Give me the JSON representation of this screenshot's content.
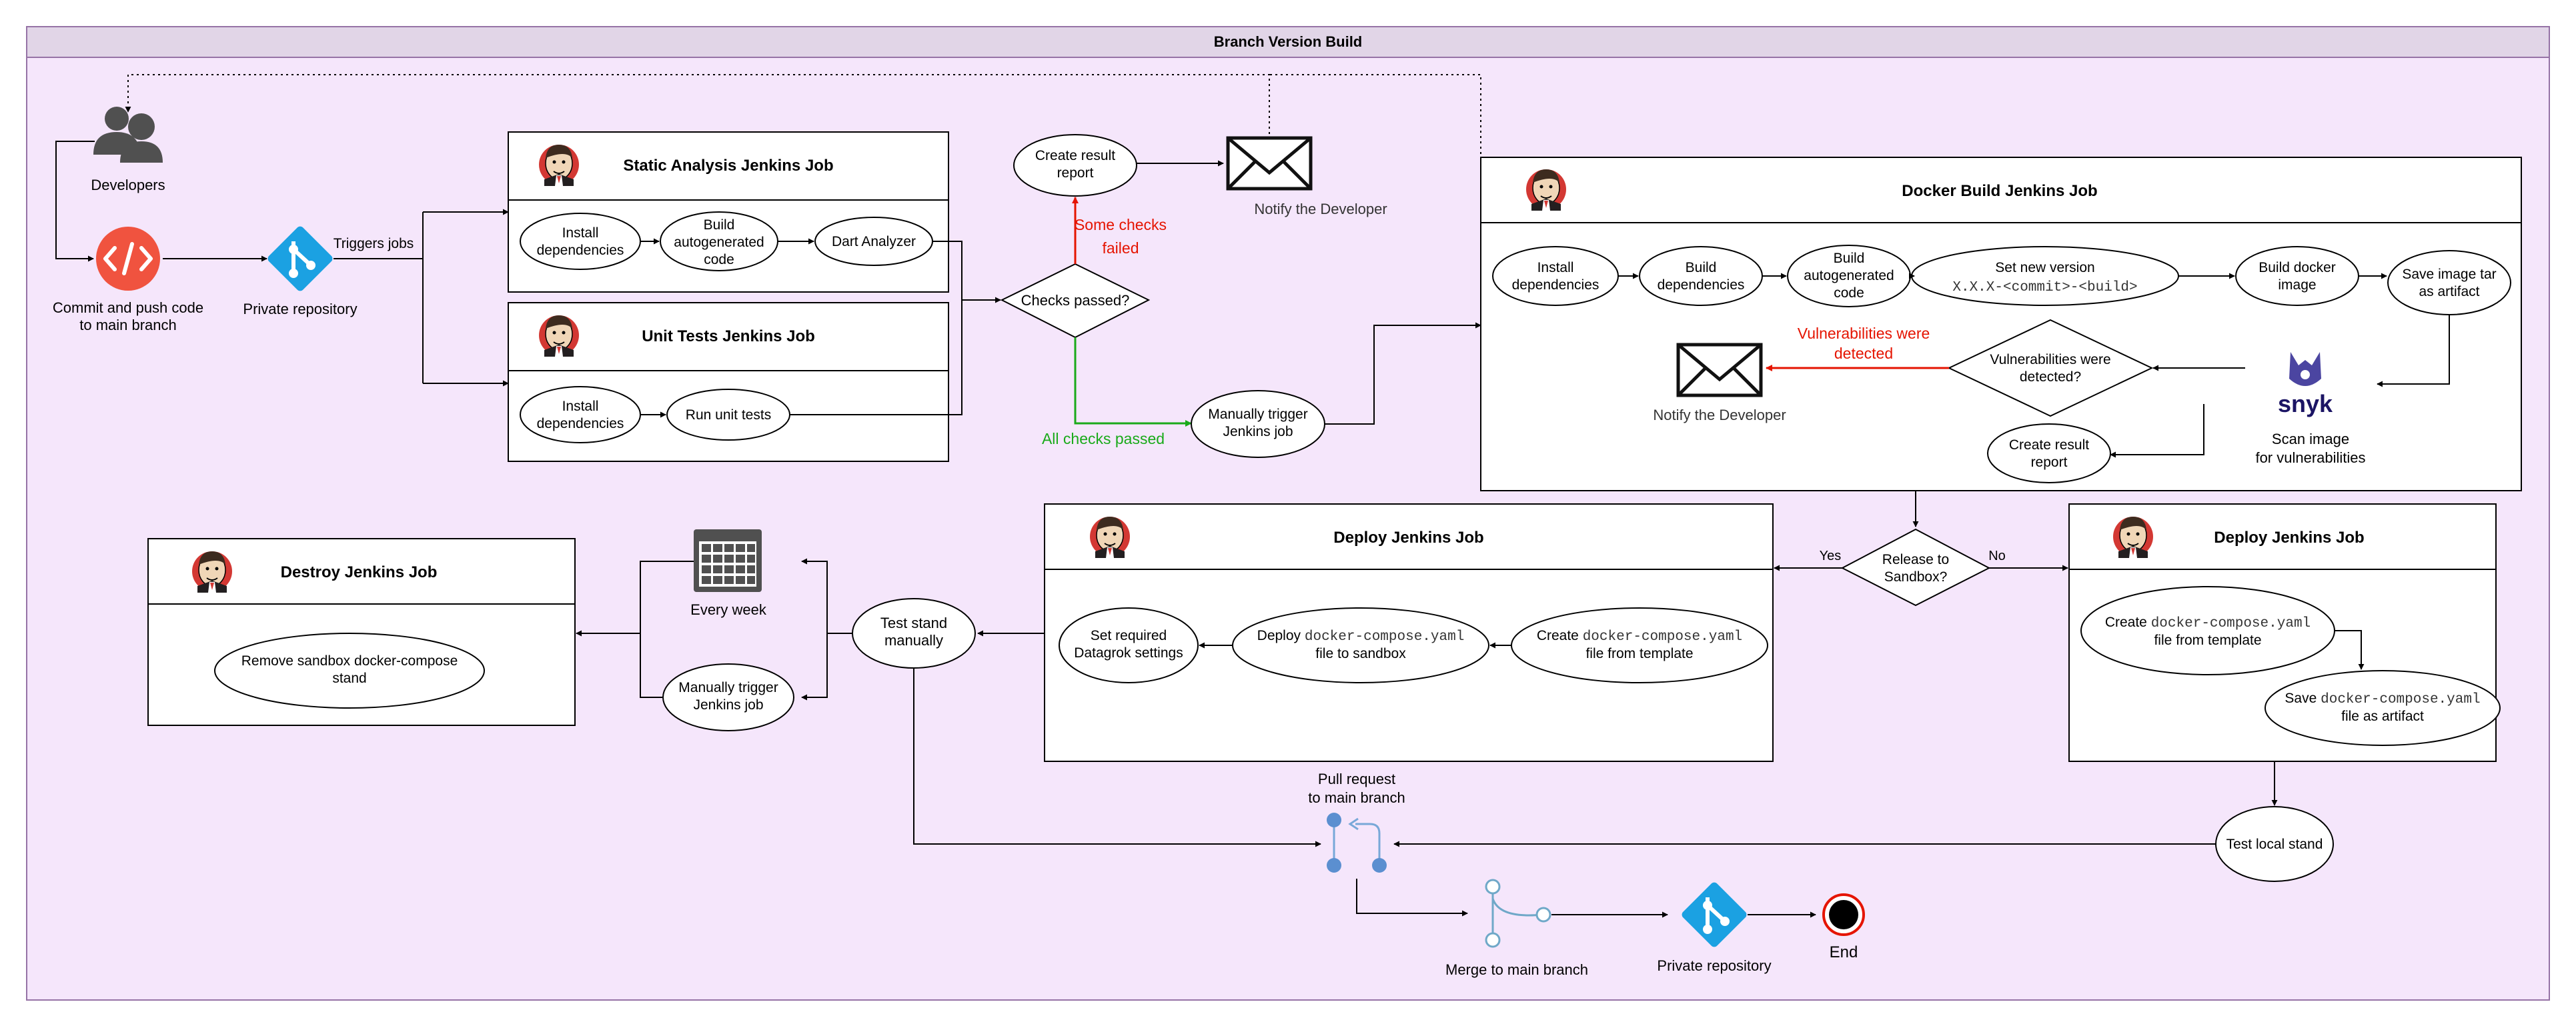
{
  "title": "Branch Version Build",
  "colors": {
    "frame_fill": "#f5e6fb",
    "frame_border": "#9673a6",
    "title_fill": "#e1d5e7",
    "red": "#e51400",
    "green": "#1aaa1a",
    "git_blue": "#1ba1e2",
    "code_icon": "#f0533f"
  },
  "actors": {
    "developers": "Developers",
    "commit": [
      "Commit and push code",
      "to main branch"
    ],
    "private_repo": "Private repository",
    "triggers_jobs": "Triggers jobs"
  },
  "static_job": {
    "title": "Static Analysis Jenkins Job",
    "steps": [
      [
        "Install",
        "dependencies"
      ],
      [
        "Build",
        "autogenerated",
        "code"
      ],
      [
        "Dart Analyzer"
      ]
    ]
  },
  "unit_job": {
    "title": "Unit Tests Jenkins Job",
    "steps": [
      [
        "Install",
        "dependencies"
      ],
      [
        "Run unit tests"
      ]
    ]
  },
  "checks": {
    "decision": "Checks passed?",
    "some_failed": [
      "Some checks",
      "failed"
    ],
    "all_passed": "All checks passed",
    "create_report": [
      "Create result",
      "report"
    ],
    "notify": "Notify the Developer",
    "manual_trigger": [
      "Manually trigger",
      "Jenkins job"
    ]
  },
  "docker_job": {
    "title": "Docker Build Jenkins Job",
    "steps": [
      [
        "Install",
        "dependencies"
      ],
      [
        "Build",
        "dependencies"
      ],
      [
        "Build",
        "autogenerated",
        "code"
      ],
      [
        "Build docker",
        "image"
      ],
      [
        "Save image tar",
        "as artifact"
      ]
    ],
    "set_version": "Set new version",
    "version_pattern": "X.X.X-<commit>-<build>",
    "snyk": "snyk",
    "scan": [
      "Scan image",
      "for vulnerabilities"
    ],
    "vuln_decision": [
      "Vulnerabilities were",
      "detected?"
    ],
    "vuln_label": [
      "Vulnerabilities were",
      "detected"
    ],
    "notify": "Notify the Developer",
    "create_report": [
      "Create result",
      "report"
    ]
  },
  "release": {
    "decision": [
      "Release to",
      "Sandbox?"
    ],
    "yes": "Yes",
    "no": "No"
  },
  "deploy_left": {
    "title": "Deploy Jenkins Job",
    "create_word": "Create",
    "create_file": "docker-compose.yaml",
    "create_rest": "file from template",
    "deploy_word": "Deploy",
    "deploy_file": "docker-compose.yaml",
    "deploy_rest": "file to sandbox",
    "settings": [
      "Set required",
      "Datagrok settings"
    ]
  },
  "deploy_right": {
    "title": "Deploy Jenkins Job",
    "create_word": "Create",
    "create_file": "docker-compose.yaml",
    "create_rest": "file from template",
    "save_word": "Save",
    "save_file": "docker-compose.yaml",
    "save_rest": "file as artifact"
  },
  "test_stand": [
    "Test stand",
    "manually"
  ],
  "every_week": "Every week",
  "manual_trigger2": [
    "Manually trigger",
    "Jenkins job"
  ],
  "destroy_job": {
    "title": "Destroy Jenkins Job",
    "step": [
      "Remove sandbox docker-compose",
      "stand"
    ]
  },
  "test_local": "Test local stand",
  "pull_request": [
    "Pull request",
    "to main branch"
  ],
  "merge": "Merge to main branch",
  "private_repo2": "Private repository",
  "end": "End"
}
